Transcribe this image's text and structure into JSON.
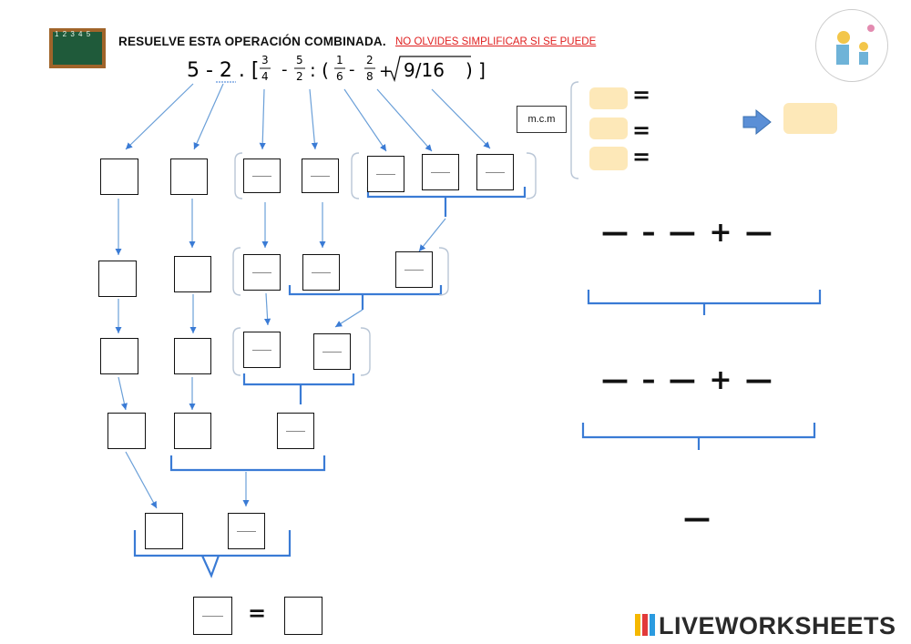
{
  "header": {
    "title": "RESUELVE ESTA OPERACIÓN COMBINADA.",
    "warning": "NO OLVIDES SIMPLIFICAR SI SE PUEDE",
    "board_text": "1 2 3 4 5"
  },
  "expression": {
    "lead": "5 - 2 . [",
    "f1_num": "3",
    "f1_den": "4",
    "minus1": "-",
    "f2_num": "5",
    "f2_den": "2",
    "colon": ": (",
    "f3_num": "1",
    "f3_den": "6",
    "minus2": "-",
    "f4_num": "2",
    "f4_den": "8",
    "plus": "+",
    "radicand": "9/16",
    "close": ") ]"
  },
  "side": {
    "mcm_label": "m.c.m",
    "equals": "=",
    "right_expr": "— – — + —",
    "single_bar": "—"
  },
  "final": {
    "equals": "="
  },
  "brand": {
    "logo": "LIVEWORKSHEETS"
  },
  "colors": {
    "accent": "#3a7bd5",
    "field": "#fde8b8",
    "warning": "#e02020",
    "board": "#1f5a3a"
  }
}
